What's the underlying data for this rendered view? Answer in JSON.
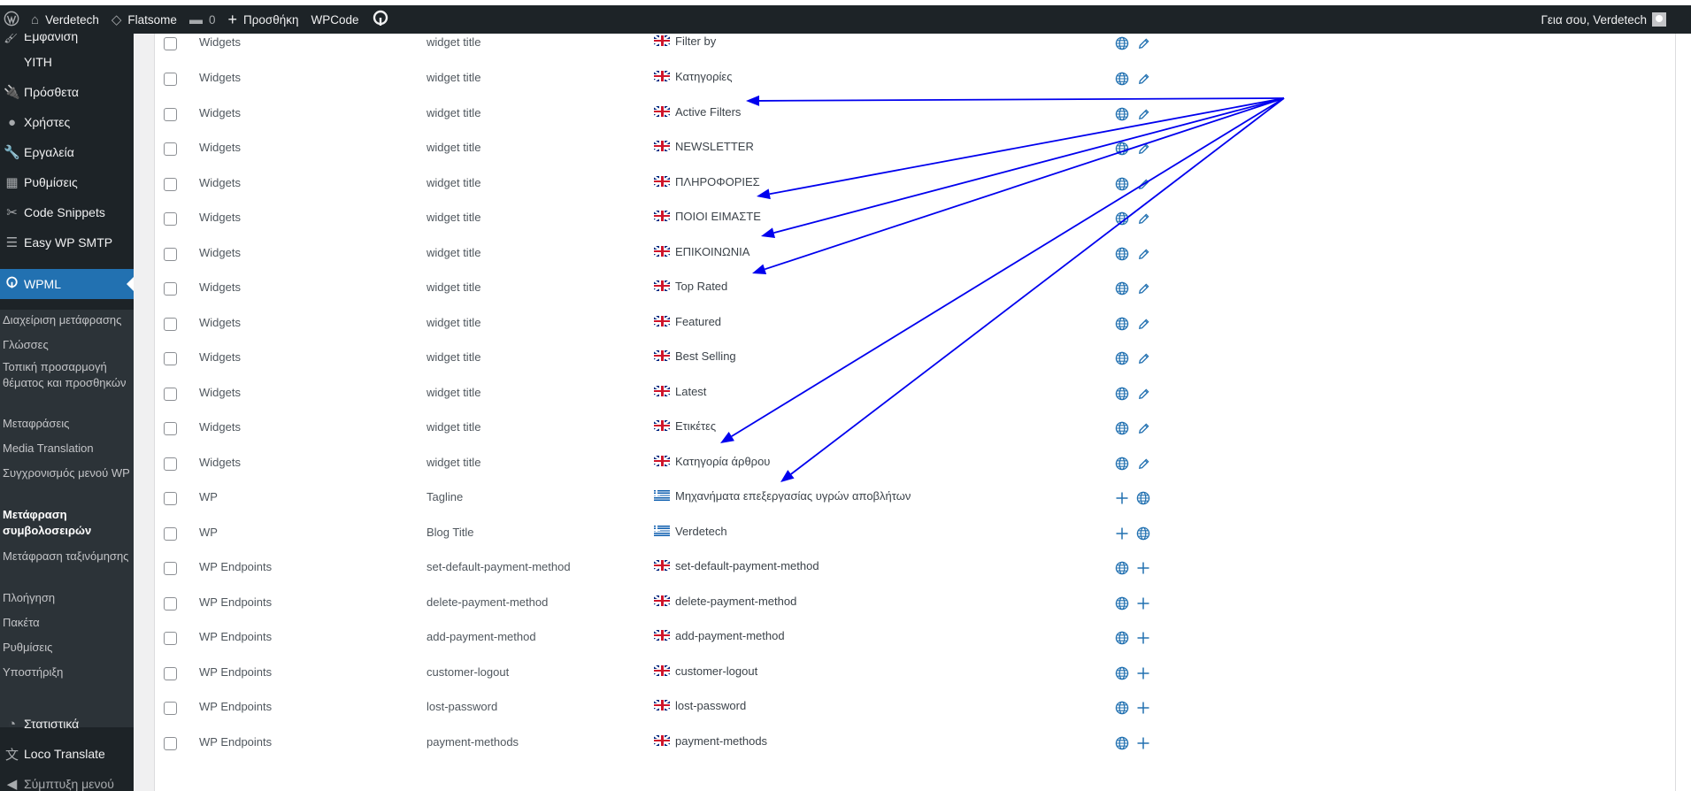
{
  "admin_bar": {
    "site_name": "Verdetech",
    "theme": "Flatsome",
    "comments_count": "0",
    "new_label": "Προσθήκη",
    "wpcode_label": "WPCode",
    "greeting": "Γεια σου, Verdetech"
  },
  "sidebar": {
    "partial_top": "Εμφάνιση",
    "items": [
      {
        "label": "YITH",
        "icon": "yith-icon"
      },
      {
        "label": "Πρόσθετα",
        "icon": "plugins-icon"
      },
      {
        "label": "Χρήστες",
        "icon": "users-icon"
      },
      {
        "label": "Εργαλεία",
        "icon": "tools-icon"
      },
      {
        "label": "Ρυθμίσεις",
        "icon": "settings-icon"
      },
      {
        "label": "Code Snippets",
        "icon": "code-snippets-icon"
      },
      {
        "label": "Easy WP SMTP",
        "icon": "smtp-icon"
      }
    ],
    "current": {
      "label": "WPML",
      "icon": "wpml-icon"
    },
    "submenu": [
      "Διαχείριση μετάφρασης",
      "Γλώσσες",
      "Τοπική προσαρμογή θέματος και προσθηκών",
      "Μεταφράσεις",
      "Media Translation",
      "Συγχρονισμός μενού WP",
      "Μετάφραση συμβολοσειρών",
      "Μετάφραση ταξινόμησης",
      "Πλοήγηση",
      "Πακέτα",
      "Ρυθμίσεις",
      "Υποστήριξη"
    ],
    "bottom_items": [
      {
        "label": "Στατιστικά",
        "icon": "stats-icon"
      },
      {
        "label": "Loco Translate",
        "icon": "loco-icon"
      },
      {
        "label": "Σύμπτυξη μενού",
        "icon": "collapse-icon"
      }
    ]
  },
  "strings_table": {
    "rows": [
      {
        "context": "Widgets",
        "name": "widget title",
        "flag": "uk",
        "value": "Filter by",
        "actions": [
          "globe",
          "edit"
        ]
      },
      {
        "context": "Widgets",
        "name": "widget title",
        "flag": "uk",
        "value": "Κατηγορίες",
        "actions": [
          "globe",
          "edit"
        ]
      },
      {
        "context": "Widgets",
        "name": "widget title",
        "flag": "uk",
        "value": "Active Filters",
        "actions": [
          "globe",
          "edit"
        ]
      },
      {
        "context": "Widgets",
        "name": "widget title",
        "flag": "uk",
        "value": "NEWSLETTER",
        "actions": [
          "globe",
          "edit"
        ]
      },
      {
        "context": "Widgets",
        "name": "widget title",
        "flag": "uk",
        "value": "ΠΛΗΡΟΦΟΡΙΕΣ",
        "actions": [
          "globe",
          "edit"
        ]
      },
      {
        "context": "Widgets",
        "name": "widget title",
        "flag": "uk",
        "value": "ΠΟΙΟΙ ΕΙΜΑΣΤΕ",
        "actions": [
          "globe",
          "edit"
        ]
      },
      {
        "context": "Widgets",
        "name": "widget title",
        "flag": "uk",
        "value": "ΕΠΙΚΟΙΝΩΝΙΑ",
        "actions": [
          "globe",
          "edit"
        ]
      },
      {
        "context": "Widgets",
        "name": "widget title",
        "flag": "uk",
        "value": "Top Rated",
        "actions": [
          "globe",
          "edit"
        ]
      },
      {
        "context": "Widgets",
        "name": "widget title",
        "flag": "uk",
        "value": "Featured",
        "actions": [
          "globe",
          "edit"
        ]
      },
      {
        "context": "Widgets",
        "name": "widget title",
        "flag": "uk",
        "value": "Best Selling",
        "actions": [
          "globe",
          "edit"
        ]
      },
      {
        "context": "Widgets",
        "name": "widget title",
        "flag": "uk",
        "value": "Latest",
        "actions": [
          "globe",
          "edit"
        ]
      },
      {
        "context": "Widgets",
        "name": "widget title",
        "flag": "uk",
        "value": "Ετικέτες",
        "actions": [
          "globe",
          "edit"
        ]
      },
      {
        "context": "Widgets",
        "name": "widget title",
        "flag": "uk",
        "value": "Κατηγορία άρθρου",
        "actions": [
          "globe",
          "edit"
        ]
      },
      {
        "context": "WP",
        "name": "Tagline",
        "flag": "gr",
        "value": "Μηχανήματα επεξεργασίας υγρών αποβλήτων",
        "actions": [
          "plus",
          "globe"
        ]
      },
      {
        "context": "WP",
        "name": "Blog Title",
        "flag": "gr",
        "value": "Verdetech",
        "actions": [
          "plus",
          "globe"
        ]
      },
      {
        "context": "WP Endpoints",
        "name": "set-default-payment-method",
        "flag": "uk",
        "value": "set-default-payment-method",
        "actions": [
          "globe",
          "plus"
        ]
      },
      {
        "context": "WP Endpoints",
        "name": "delete-payment-method",
        "flag": "uk",
        "value": "delete-payment-method",
        "actions": [
          "globe",
          "plus"
        ]
      },
      {
        "context": "WP Endpoints",
        "name": "add-payment-method",
        "flag": "uk",
        "value": "add-payment-method",
        "actions": [
          "globe",
          "plus"
        ]
      },
      {
        "context": "WP Endpoints",
        "name": "customer-logout",
        "flag": "uk",
        "value": "customer-logout",
        "actions": [
          "globe",
          "plus"
        ]
      },
      {
        "context": "WP Endpoints",
        "name": "lost-password",
        "flag": "uk",
        "value": "lost-password",
        "actions": [
          "globe",
          "plus"
        ]
      },
      {
        "context": "WP Endpoints",
        "name": "payment-methods",
        "flag": "uk",
        "value": "payment-methods",
        "actions": [
          "globe",
          "plus"
        ]
      }
    ]
  },
  "annotation": {
    "color": "#0000ee",
    "targets": [
      "Κατηγορίες",
      "ΠΛΗΡΟΦΟΡΙΕΣ",
      "ΠΟΙΟΙ ΕΙΜΑΣΤΕ",
      "ΕΠΙΚΟΙΝΩΝΙΑ",
      "Ετικέτες",
      "Κατηγορία άρθρου"
    ]
  },
  "colors": {
    "admin_bar_bg": "#1d2327",
    "sidebar_bg": "#1d2327",
    "submenu_bg": "#2c3338",
    "accent": "#2271b1"
  }
}
